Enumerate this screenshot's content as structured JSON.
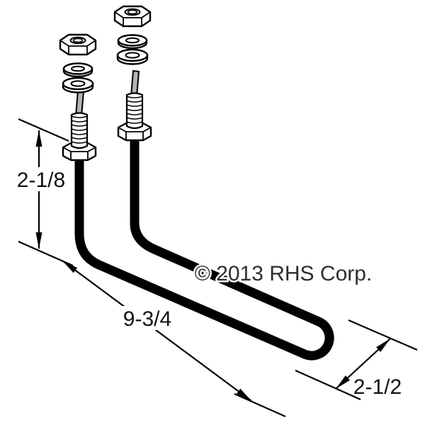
{
  "diagram": {
    "copyright": "© 2013 RHS Corp.",
    "dimensions": {
      "height_label": "2-1/8",
      "length_label": "9-3/4",
      "width_label": "2-1/2"
    },
    "colors": {
      "line": "#000000",
      "metal_fill": "#b3b3b3",
      "background": "#ffffff"
    }
  }
}
